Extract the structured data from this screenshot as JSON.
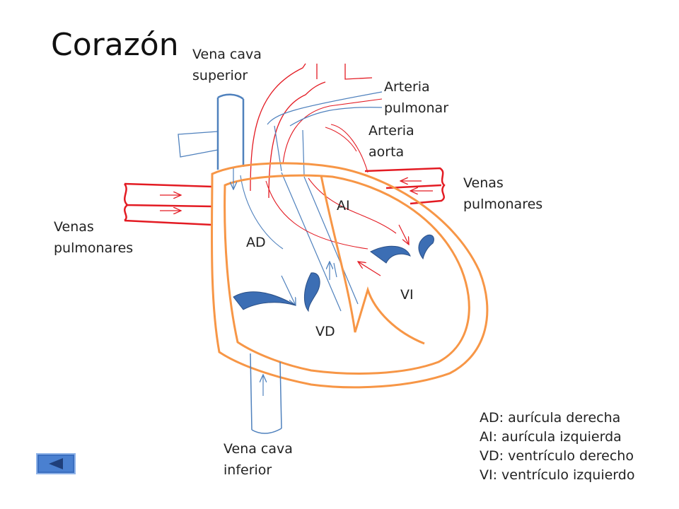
{
  "title": "Corazón",
  "labels": {
    "vena_cava_superior": "Vena cava\nsuperior",
    "arteria_pulmonar": "Arteria\npulmonar",
    "arteria_aorta": "Arteria\naorta",
    "venas_pulmonares_right": "Venas\npulmonares",
    "venas_pulmonares_left": "Venas\npulmonares",
    "ai": "AI",
    "ad": "AD",
    "vi": "VI",
    "vd": "VD",
    "vena_cava_inferior": "Vena cava\ninferior"
  },
  "legend": [
    "AD: aurícula derecha",
    "AI: aurícula izquierda",
    "VD: ventrículo derecho",
    "VI: ventrículo izquierdo"
  ],
  "colors": {
    "heart_outline": "#F79646",
    "artery": "#E31B23",
    "vein": "#4F81BD",
    "valve": "#3C6EB4",
    "nav_button": "#3B6FC0"
  },
  "nav": {
    "back_icon": "triangle-left-icon"
  }
}
